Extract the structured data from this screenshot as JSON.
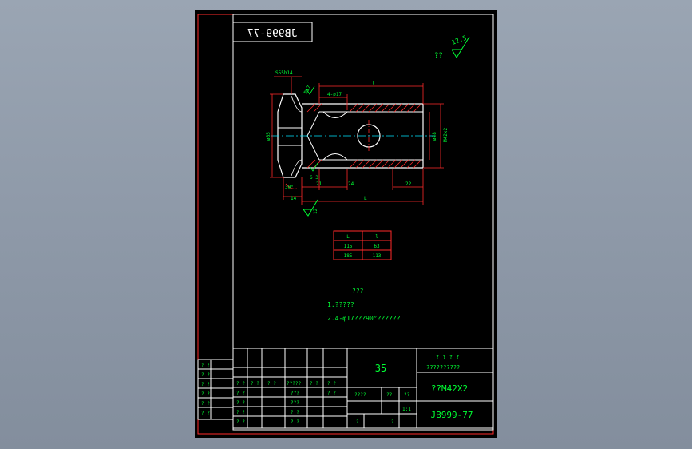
{
  "drawing": {
    "title_block_code": "JB999-77",
    "mirrored_code": "JB999-77",
    "roughness_label": "??",
    "roughness_value": "12.5",
    "part_name": "??M42X2",
    "material": "35",
    "notes_title": "???",
    "note_1": "1.?????",
    "note_2": "2.4-φ17???90°??????",
    "scale": "1:1",
    "weight_label": "??",
    "scale_label": "??",
    "quantity_label": "????",
    "company_1": "? ? ? ?",
    "company_2": "??????????",
    "sheet_label_1": "?",
    "sheet_label_2": "?",
    "side_rows": [
      "? ?",
      "? ?",
      "? ?",
      "? ?",
      "? ?",
      "? ?"
    ],
    "sign_cells": [
      "? ?",
      "? ?",
      "? ?",
      "? ?"
    ],
    "sign_row_labels": [
      "? ?",
      "? ?",
      "? ?",
      "? ?",
      "?????",
      "???",
      "? ?",
      "? ?",
      "???",
      "? ?",
      "? ?"
    ]
  },
  "dimensions": {
    "hex_flats": "S55h14",
    "hex_height": "ø65",
    "chamfer": "30°",
    "head_thk": "14",
    "d21": "21",
    "d24": "24",
    "d22": "22",
    "L": "L",
    "l": "l",
    "bore_dia": "ø28",
    "thread": "M42x2",
    "cross_hole": "4-ø17",
    "r17": "R17",
    "r63": "6.3",
    "rough_12": "12"
  },
  "table": {
    "header": [
      "L",
      "l"
    ],
    "rows": [
      [
        "115",
        "63"
      ],
      [
        "185",
        "113"
      ]
    ]
  }
}
